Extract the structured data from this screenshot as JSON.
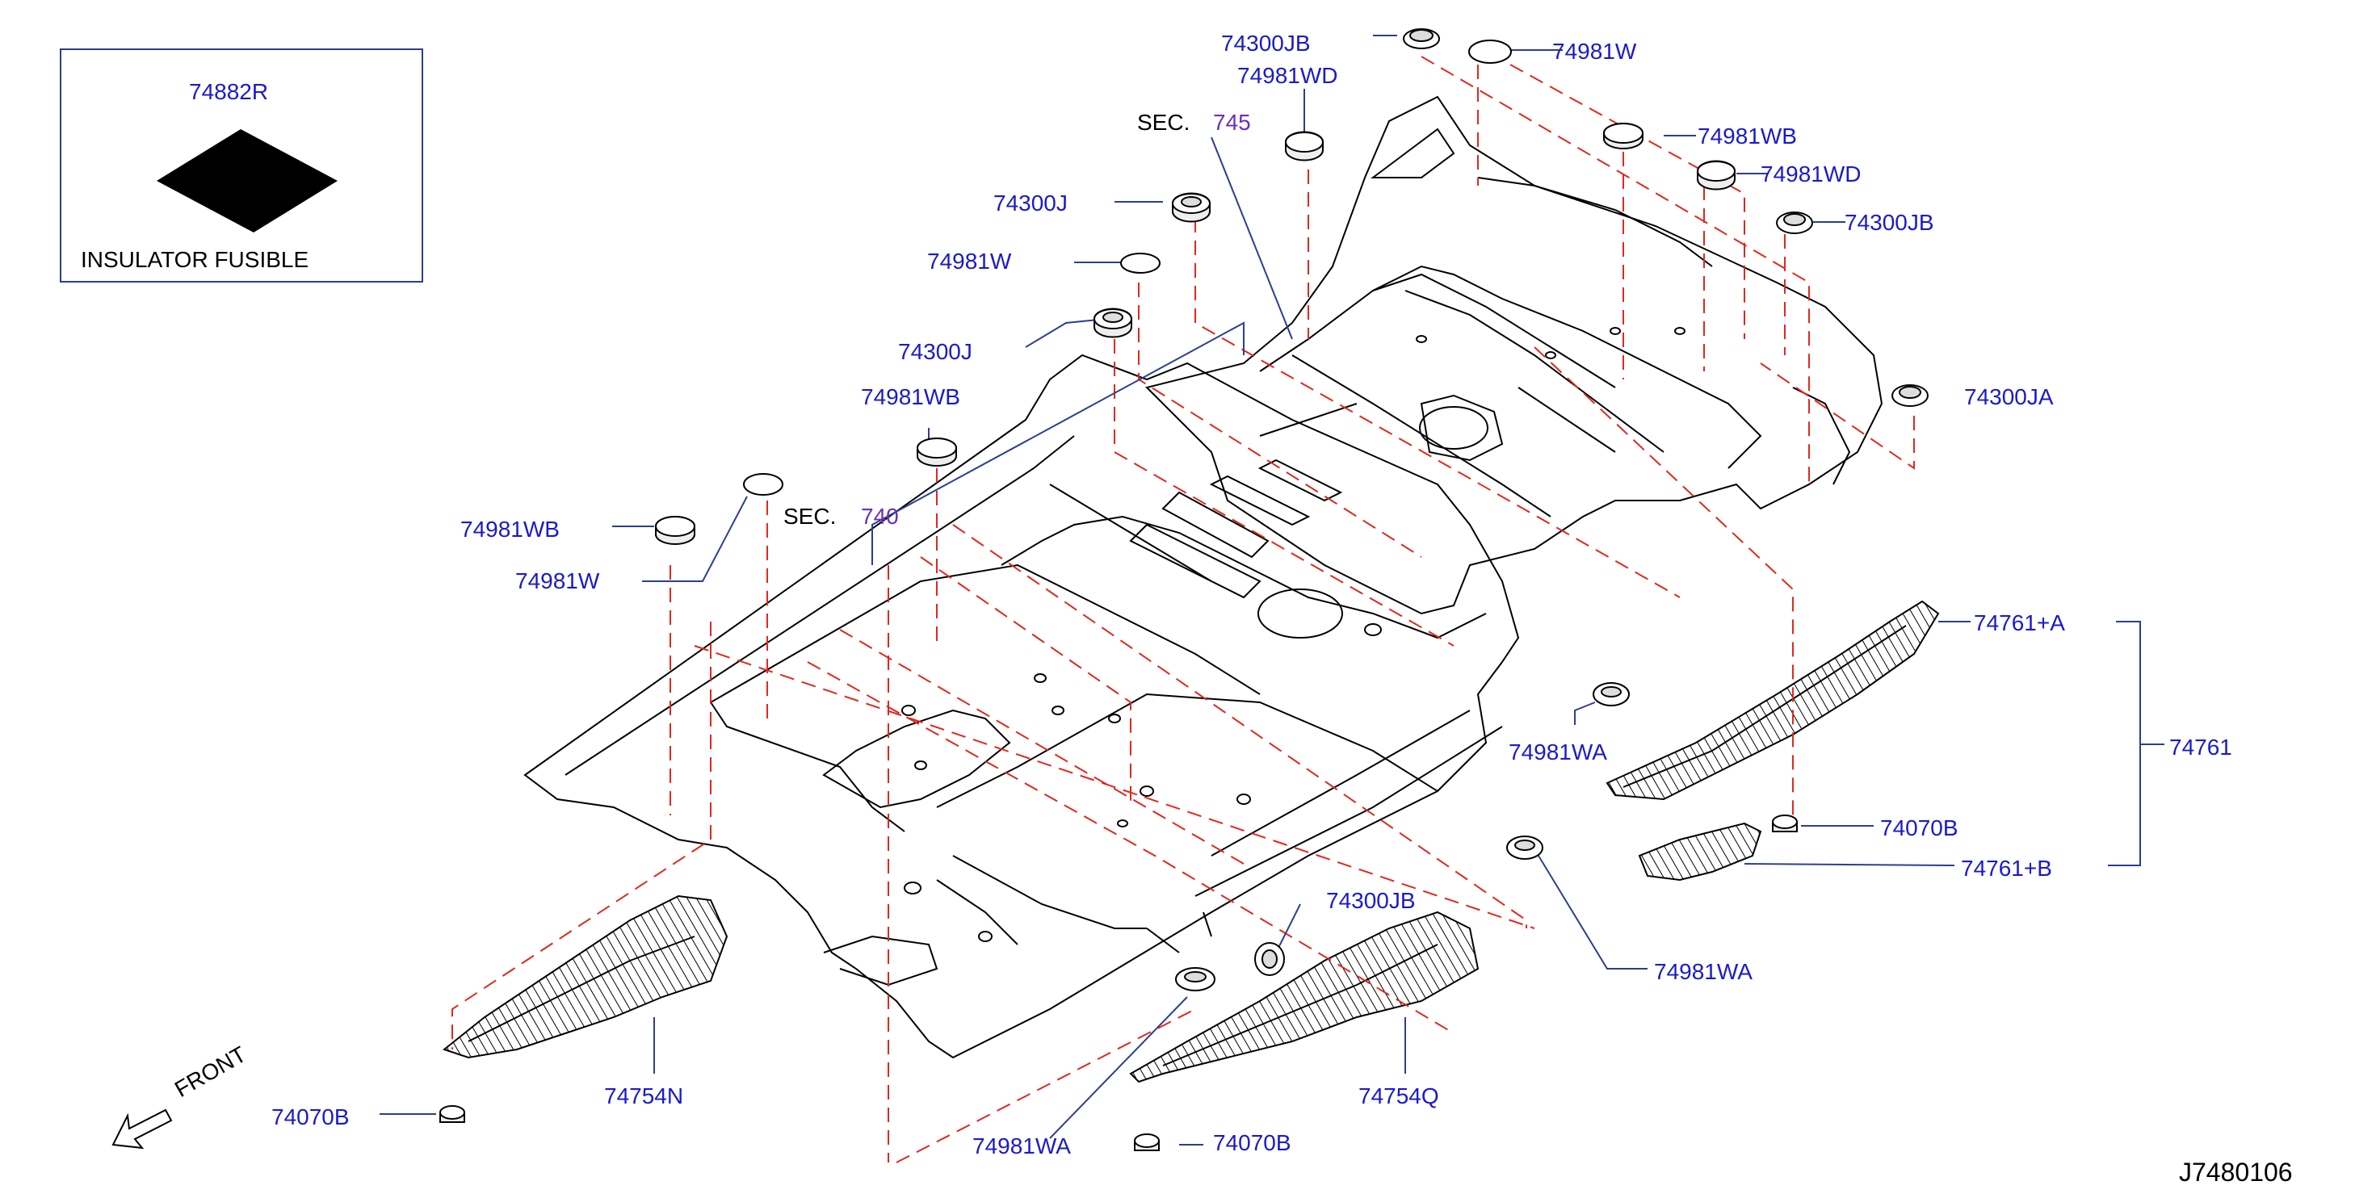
{
  "legend": {
    "part_code": "74882R",
    "caption": "INSULATOR   FUSIBLE"
  },
  "sections": [
    {
      "prefix": "SEC.",
      "number": "745"
    },
    {
      "prefix": "SEC.",
      "number": "740"
    }
  ],
  "part_labels": {
    "grommet_74300JB_top": "74300JB",
    "plug_74981W_top": "74981W",
    "plug_74981WD_upper": "74981WD",
    "plug_74981WB_upper": "74981WB",
    "plug_74981WD_right": "74981WD",
    "grommet_74300JB_right": "74300JB",
    "grommet_74300J_upper": "74300J",
    "plug_74981W_mid": "74981W",
    "grommet_74300J_lower": "74300J",
    "plug_74981WB_mid": "74981WB",
    "grommet_74300JA": "74300JA",
    "plug_74981WB_left": "74981WB",
    "plug_74981W_left": "74981W",
    "insulator_74761_A": "74761+A",
    "insulator_74761": "74761",
    "insulator_74761_B": "74761+B",
    "plug_74981WA_right_upper": "74981WA",
    "nut_74070B_right": "74070B",
    "plug_74981WA_right_lower": "74981WA",
    "grommet_74300JB_bottom": "74300JB",
    "insulator_74754N": "74754N",
    "insulator_74754Q": "74754Q",
    "nut_74070B_left": "74070B",
    "plug_74981WA_bottom": "74981WA",
    "nut_74070B_bottom": "74070B"
  },
  "front_label": "FRONT",
  "diagram_code": "J7480106",
  "colors": {
    "label_blue": "#1a1acb",
    "section_purple": "#6a2fb8",
    "dash_red": "#e0281e",
    "leader_blue": "#2a3f8f",
    "line_black": "#000000"
  }
}
